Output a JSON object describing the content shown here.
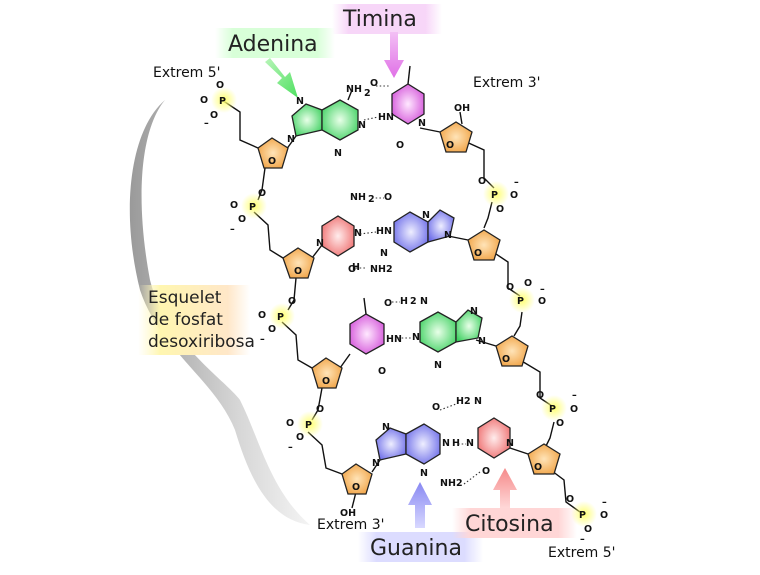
{
  "ends": {
    "top_left": "Extrem 5'",
    "top_right": "Extrem 3'",
    "bottom_left": "Extrem 3'",
    "bottom_right": "Extrem 5'"
  },
  "bases": {
    "adenine": "Adenina",
    "thymine": "Timina",
    "guanine": "Guanina",
    "cytosine": "Citosina"
  },
  "backbone": {
    "line1": "Esquelet",
    "line2": "de fosfat",
    "line3": "desoxiribosa"
  },
  "atoms": {
    "phosphorus": "P",
    "oxygen": "O",
    "nitrogen": "N",
    "amine": "NH",
    "imine": "HN",
    "hydroxyl": "OH",
    "minus": "–",
    "h": "H",
    "two": "2"
  },
  "colors": {
    "adenine": "#5fe07a",
    "thymine": "#e27ae8",
    "guanine": "#8c8cf0",
    "cytosine": "#f59090",
    "sugar": "#f6b258",
    "phosphate": "#f7f750",
    "backbone_shadow": "#a8a8a8"
  }
}
